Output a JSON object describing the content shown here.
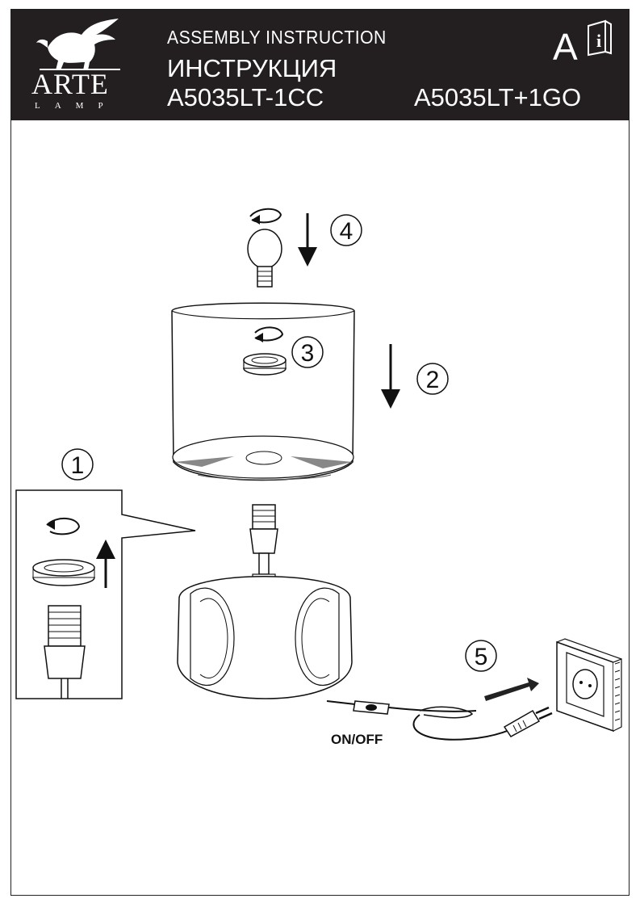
{
  "header": {
    "brand": "ARTE",
    "brand_sub": "LAMP",
    "line1": "ASSEMBLY INSTRUCTION",
    "line2": "ИНСТРУКЦИЯ",
    "model1": "A5035LT-1CC",
    "model2": "A5035LT+1GO",
    "letter": "A",
    "info_icon": "info-book-icon"
  },
  "steps": {
    "s1": "1",
    "s2": "2",
    "s3": "3",
    "s4": "4",
    "s5": "5"
  },
  "switch_label": "ON/OFF"
}
